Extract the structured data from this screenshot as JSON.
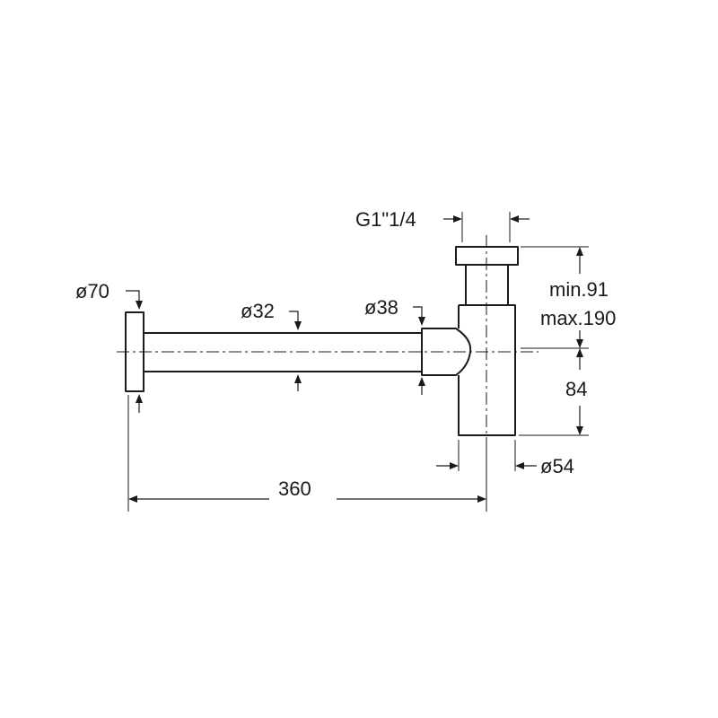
{
  "drawing": {
    "labels": {
      "thread": "G1\"1/4",
      "flange_diameter": "ø70",
      "pipe_diameter": "ø32",
      "connector_diameter": "ø38",
      "height_min": "min.91",
      "height_max": "max.190",
      "body_height": "84",
      "body_diameter": "ø54",
      "length": "360"
    }
  }
}
